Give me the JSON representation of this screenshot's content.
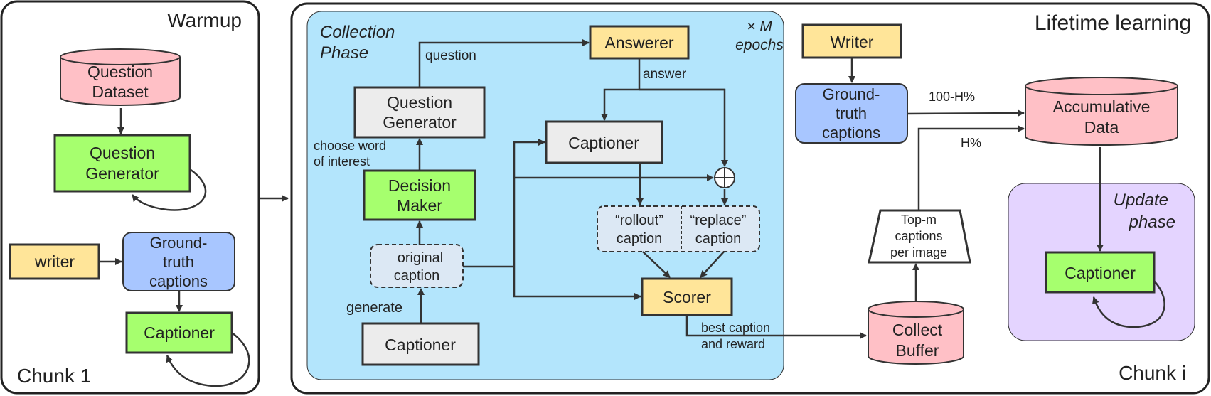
{
  "warmup": {
    "title": "Warmup",
    "chunk_label": "Chunk 1",
    "question_dataset": [
      "Question",
      "Dataset"
    ],
    "question_generator": [
      "Question",
      "Generator"
    ],
    "writer": "writer",
    "ground_truth": [
      "Ground-",
      "truth",
      "captions"
    ],
    "captioner": "Captioner"
  },
  "lifetime": {
    "title": "Lifetime learning",
    "chunk_label": "Chunk i",
    "collection_phase": [
      "Collection",
      "Phase"
    ],
    "epochs": [
      "× M",
      "epochs"
    ],
    "answerer": "Answerer",
    "question_edge": "question",
    "answer_edge": "answer",
    "question_generator": [
      "Question",
      "Generator"
    ],
    "choose_word": [
      "choose word",
      "of interest"
    ],
    "captioner_top": "Captioner",
    "decision_maker": [
      "Decision",
      "Maker"
    ],
    "rollout_caption": [
      "“rollout”",
      "caption"
    ],
    "replace_caption": [
      "“replace”",
      "caption"
    ],
    "original_caption": [
      "original",
      "caption"
    ],
    "generate_edge": "generate",
    "captioner_bottom": "Captioner",
    "scorer": "Scorer",
    "best_caption": [
      "best caption",
      "and reward"
    ],
    "writer": "Writer",
    "ground_truth": [
      "Ground-",
      "truth",
      "captions"
    ],
    "h100_edge": "100-H%",
    "h_edge": "H%",
    "accumulative": [
      "Accumulative",
      "Data"
    ],
    "top_m": [
      "Top-m",
      "captions",
      "per image"
    ],
    "collect_buffer": [
      "Collect",
      "Buffer"
    ],
    "update_phase": [
      "Update",
      "phase"
    ],
    "captioner_update": "Captioner"
  },
  "colors": {
    "yellow": "#ffe599",
    "green": "#a6ff6e",
    "red": "#ffc0c6",
    "blue": "#a8c6ff",
    "grey": "#ececec",
    "collection_bg": "#b3e5fc",
    "update_bg": "#e4d4ff",
    "dashed_fill": "#dce8f4"
  }
}
